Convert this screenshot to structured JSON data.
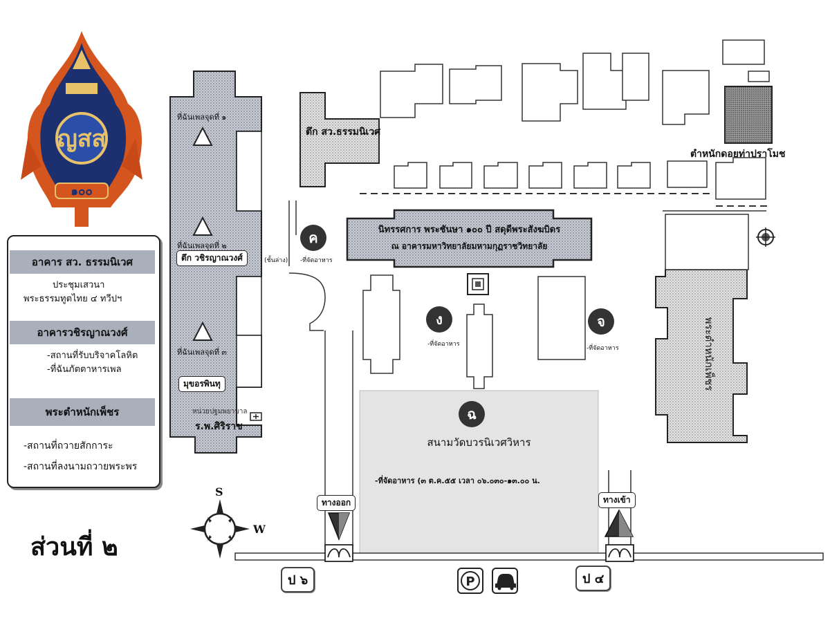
{
  "legend": {
    "building1": {
      "title": "อาคาร สว. ธรรมนิเวศ",
      "items": [
        "ประชุมเสวนา",
        "พระธรรมทูตไทย ๔ ทวีปฯ"
      ]
    },
    "building2": {
      "title": "อาคารวชิรญาณวงศ์",
      "items": [
        "-สถานที่รับบริจาคโลหิต",
        "-ที่ฉันภัตตาหารเพล"
      ]
    },
    "building3": {
      "title": "พระตำหนักเพ็ชร",
      "items": [
        "-สถานที่ถวายสักการะ",
        "-สถานที่ลงนามถวายพระพร"
      ]
    }
  },
  "section_label": "ส่วนที่ ๒",
  "map": {
    "alms_points": [
      "ที่ฉันเพลจุดที่ ๑",
      "ที่ฉันเพลจุดที่ ๒",
      "ที่ฉันเพลจุดที่ ๓"
    ],
    "vajira_building": "ตึก วชิรญาณวงศ์",
    "ground_floor": "(ชั้นล่าง)",
    "mukhorapinthu": "มุขอรพินทุ",
    "first_aid": "หน่วยปฐมพยาบาล",
    "siriraj": "ร.พ.ศิริราช",
    "dhammaniwet": "ตึก สว.ธรรมนิเวศ",
    "doi_tha_pramot": "ตำหนักดอยท่าปราโมช",
    "exhibition_title": "นิทรรศการ พระชันษา ๑๐๐ ปี สดุดีพระสังฆบิดร",
    "exhibition_sub": "ณ อาคารมหาวิทยาลัยมหามกุฏราชวิทยาลัย",
    "vertical_building": "พระตำหนักเพ็ชร",
    "zones": [
      {
        "letter": "ค",
        "note": "-ที่จัดอาหาร"
      },
      {
        "letter": "ง",
        "note": "-ที่จัดอาหาร"
      },
      {
        "letter": "จ",
        "note": "-ที่จัดอาหาร"
      }
    ],
    "field": {
      "letter": "ฉ",
      "name": "สนามวัดบวรนิเวศวิหาร",
      "note": "-ที่จัดอาหาร (๓ ต.ค.๕๕ เวลา ๐๖.๐๓๐-๑๓.๐๐ น."
    },
    "exit_label": "ทางออก",
    "entrance_label": "ทางเข้า",
    "gate_left": "ป ๖",
    "gate_right": "ป ๔",
    "compass_s": "S",
    "compass_w": "W",
    "parking_icon": "parking-icon",
    "car_icon": "car-icon"
  },
  "colors": {
    "building_blue": "#c4c8d9",
    "legend_header": "#a9b0bc",
    "field_gray": "#e4e4e4",
    "gray_building": "#b8b8b8"
  }
}
